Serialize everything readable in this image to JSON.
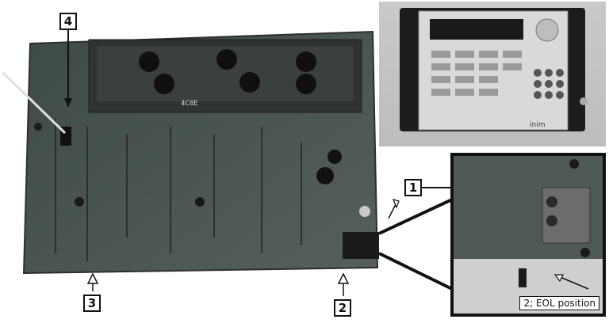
{
  "callouts": {
    "c1": "1",
    "c2": "2",
    "c3": "3",
    "c4": "4"
  },
  "detail": {
    "eol_label": "2; EOL position"
  },
  "lcd": {
    "line1": "4C8E"
  },
  "panel": {
    "brand": "inim"
  },
  "colors": {
    "pcb": "#4a4a4a",
    "frame": "#111111"
  }
}
